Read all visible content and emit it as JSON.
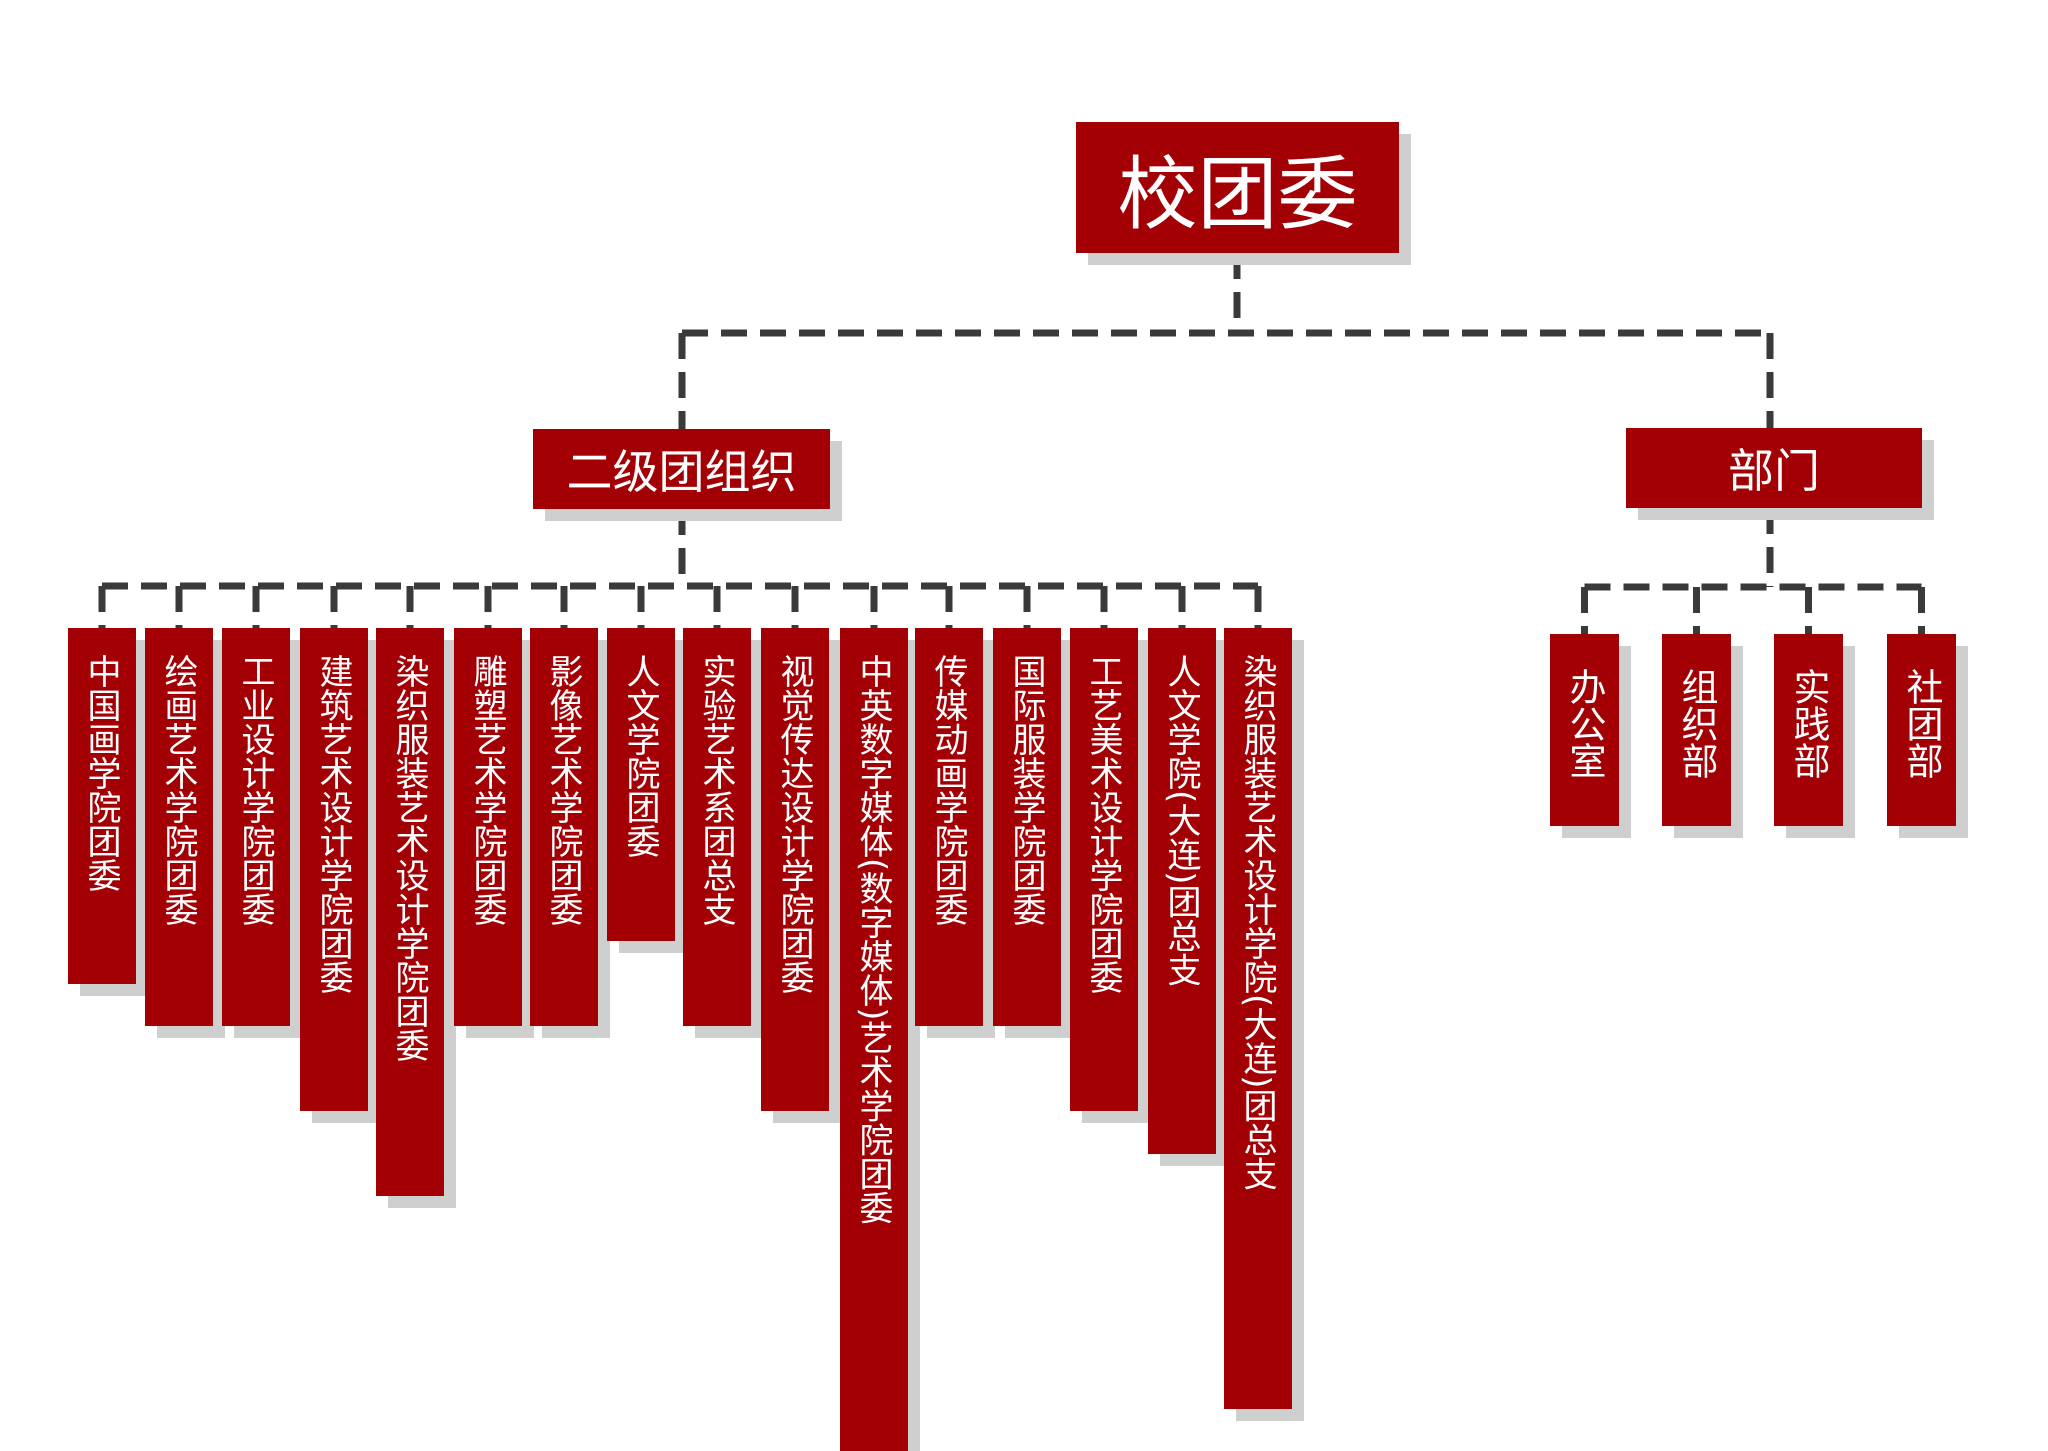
{
  "root": {
    "label": "校团委"
  },
  "secondary": {
    "label": "二级团组织",
    "units": [
      "中国画学院团委",
      "绘画艺术学院团委",
      "工业设计学院团委",
      "建筑艺术设计学院团委",
      "染织服装艺术设计学院团委",
      "雕塑艺术学院团委",
      "影像艺术学院团委",
      "人文学院团委",
      "实验艺术系团总支",
      "视觉传达设计学院团委",
      "中英数字媒体(数字媒体)艺术学院团委",
      "传媒动画学院团委",
      "国际服装学院团委",
      "工艺美术设计学院团委",
      "人文学院(大连)团总支",
      "染织服装艺术设计学院(大连)团总支"
    ]
  },
  "departments": {
    "label": "部门",
    "units": [
      "办公室",
      "组织部",
      "实践部",
      "社团部"
    ]
  },
  "colors": {
    "box": "#a30006",
    "shadow": "#cfcfcf",
    "connector": "#3a3a3a",
    "text": "#ffffff"
  }
}
